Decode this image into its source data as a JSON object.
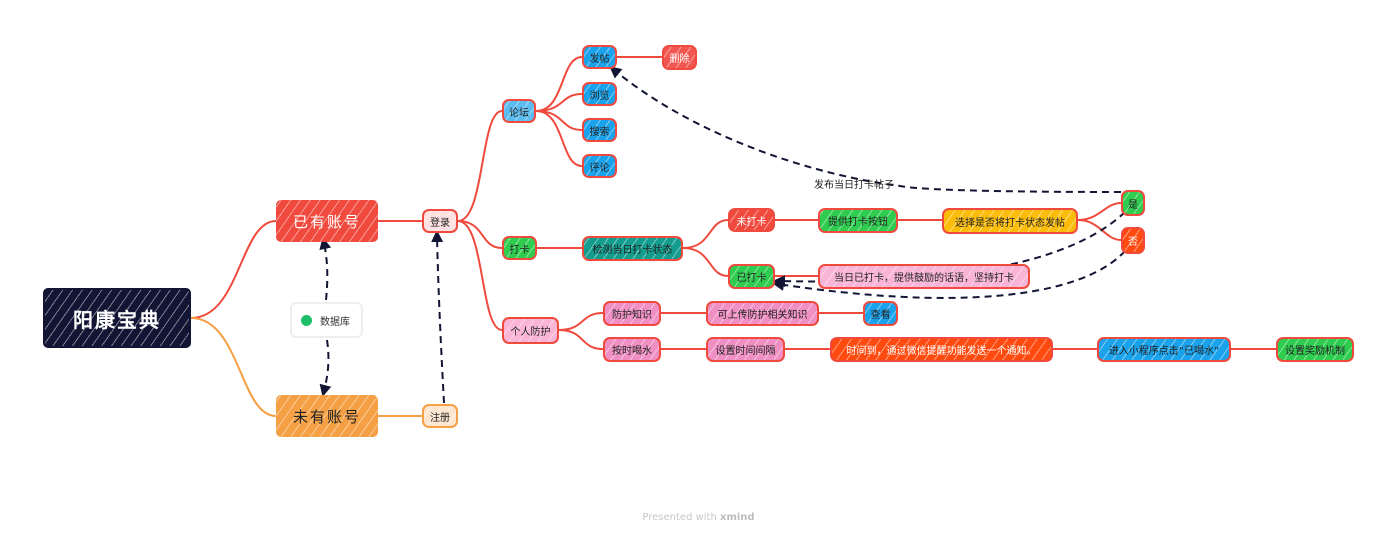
{
  "root": {
    "label": "阳康宝典",
    "color": "#121533"
  },
  "branches": {
    "has_account": {
      "label": "已有账号",
      "color": "#f04a3e"
    },
    "no_account": {
      "label": "未有账号",
      "color": "#f5a045"
    }
  },
  "database": {
    "label": "数据库",
    "color": "#1fbf6a"
  },
  "login": {
    "label": "登录"
  },
  "register": {
    "label": "注册"
  },
  "forum": {
    "label": "论坛",
    "children": {
      "post": {
        "label": "发帖",
        "child": "删除"
      },
      "browse": {
        "label": "浏览"
      },
      "search": {
        "label": "搜索"
      },
      "comment": {
        "label": "评论"
      }
    }
  },
  "checkin": {
    "label": "打卡",
    "detect": "检测当日打卡状态",
    "not_checked": {
      "label": "未打卡",
      "provide_button": "提供打卡按钮",
      "choose_post": "选择是否将打卡状态发帖",
      "yes": "是",
      "no": "否"
    },
    "checked": {
      "label": "已打卡",
      "message": "当日已打卡，提供鼓励的话语，坚持打卡"
    }
  },
  "protection": {
    "label": "个人防护",
    "knowledge": {
      "label": "防护知识",
      "upload": "可上传防护相关知识",
      "view": "查看"
    },
    "water": {
      "label": "按时喝水",
      "interval": "设置时间间隔",
      "notify": "时间到，通过微信提醒功能发送一个通知。",
      "click": "进入小程序点击“已喝水”",
      "reward": "设置奖励机制"
    }
  },
  "relationships": {
    "post_checkin": "发布当日打卡帖子"
  },
  "footer": {
    "prefix": "Presented with ",
    "brand": "xmind"
  }
}
